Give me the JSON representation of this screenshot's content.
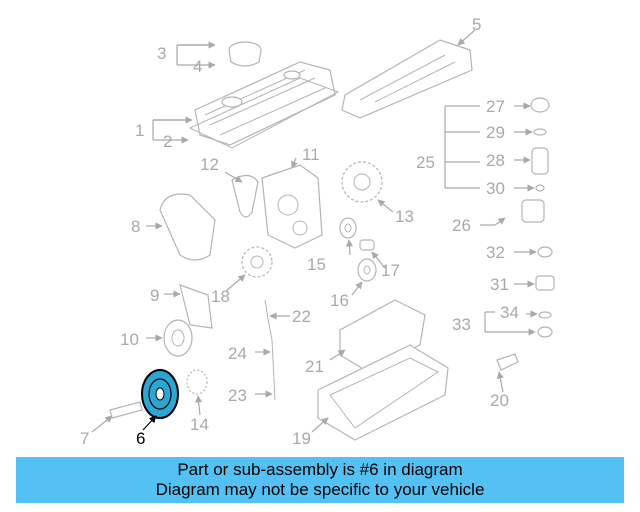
{
  "diagram": {
    "highlight": "6",
    "colors": {
      "part": "#a9a9a9",
      "highlight_fill": "#2aa7d5",
      "highlight_text": "#000000",
      "banner_bg": "#54c1f5"
    },
    "callouts": [
      "1",
      "2",
      "3",
      "4",
      "5",
      "6",
      "7",
      "8",
      "9",
      "10",
      "11",
      "12",
      "13",
      "14",
      "15",
      "16",
      "17",
      "18",
      "19",
      "20",
      "21",
      "22",
      "23",
      "24",
      "25",
      "26",
      "27",
      "28",
      "29",
      "30",
      "31",
      "32",
      "33",
      "34"
    ]
  },
  "banner": {
    "line1": "Part or sub-assembly is #6 in diagram",
    "line2": "Diagram may not be specific to your vehicle"
  }
}
